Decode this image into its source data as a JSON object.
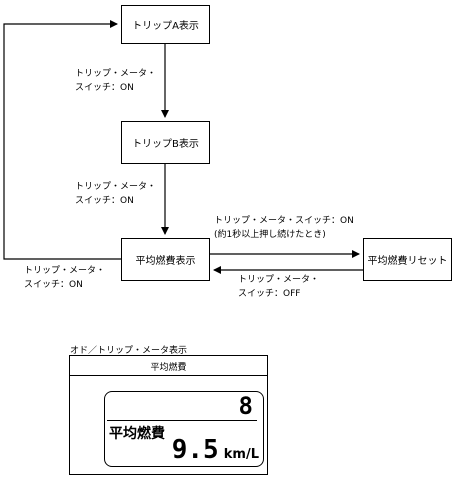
{
  "flow": {
    "box_trip_a": "トリップA表示",
    "box_trip_b": "トリップB表示",
    "box_avg": "平均燃費表示",
    "box_reset": "平均燃費リセット",
    "label_a_to_b_line1": "トリップ・メータ・",
    "label_a_to_b_line2": "スイッチ：ON",
    "label_b_to_avg_line1": "トリップ・メータ・",
    "label_b_to_avg_line2": "スイッチ：ON",
    "label_avg_to_reset_line1": "トリップ・メータ・スイッチ：ON",
    "label_avg_to_reset_line2": "(約1秒以上押し続けたとき)",
    "label_reset_to_avg_line1": "トリップ・メータ・",
    "label_reset_to_avg_line2": "スイッチ：OFF",
    "label_avg_to_a_line1": "トリップ・メータ・",
    "label_avg_to_a_line2": "スイッチ：ON"
  },
  "panel": {
    "caption": "オド／トリップ・メータ表示",
    "header": "平均燃費",
    "display_top_value": "8",
    "display_label": "平均燃費",
    "display_value": "9.5",
    "display_unit": "km/L"
  }
}
